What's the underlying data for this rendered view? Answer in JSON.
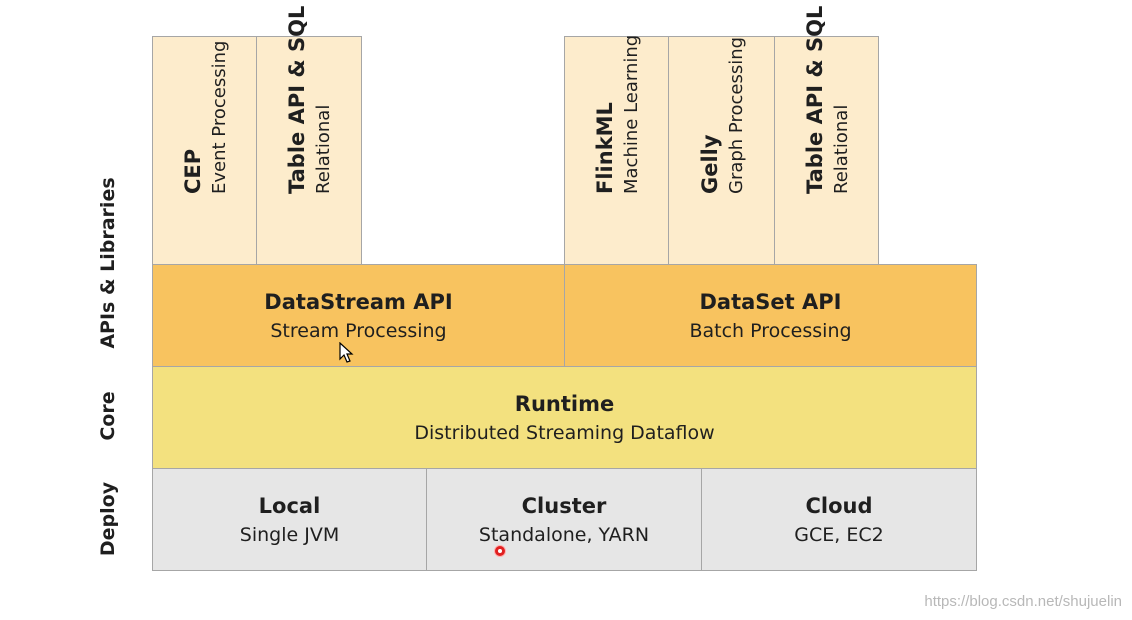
{
  "side_labels": {
    "apis": "APIs & Libraries",
    "core": "Core",
    "deploy": "Deploy"
  },
  "libraries": [
    {
      "title": "CEP",
      "sub": "Event Processing"
    },
    {
      "title": "Table API & SQL",
      "sub": "Relational"
    },
    {
      "title": "FlinkML",
      "sub": "Machine Learning"
    },
    {
      "title": "Gelly",
      "sub": "Graph Processing"
    },
    {
      "title": "Table API & SQL",
      "sub": "Relational"
    }
  ],
  "apis": [
    {
      "title": "DataStream API",
      "sub": "Stream Processing"
    },
    {
      "title": "DataSet API",
      "sub": "Batch Processing"
    }
  ],
  "core": {
    "title": "Runtime",
    "sub": "Distributed Streaming Dataflow"
  },
  "deploy": [
    {
      "title": "Local",
      "sub": "Single JVM"
    },
    {
      "title": "Cluster",
      "sub": "Standalone, YARN"
    },
    {
      "title": "Cloud",
      "sub": "GCE, EC2"
    }
  ],
  "watermark": "https://blog.csdn.net/shujuelin"
}
